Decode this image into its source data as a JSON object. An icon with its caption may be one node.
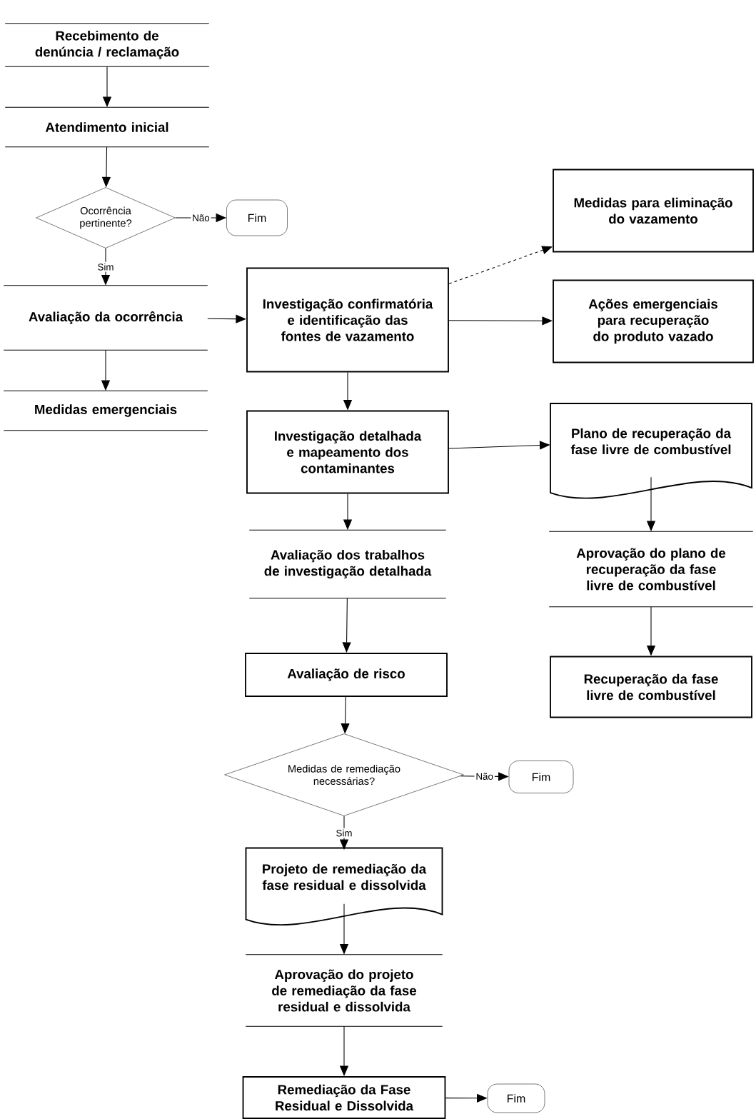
{
  "diagram": {
    "nodes": [
      {
        "text": [
          "Recebimento de denúncia / reclamação"
        ]
      },
      {
        "text": [
          "Atendimento inicial"
        ]
      },
      {
        "text": [
          "Ocorrência pertinente?"
        ]
      },
      {
        "text": [
          "Fim"
        ]
      },
      {
        "text": [
          "Avaliação da ocorrência"
        ]
      },
      {
        "text": [
          "Medidas emergenciais"
        ]
      },
      {
        "text": [
          "Investigação confirmatória e identificação das fontes de vazamento"
        ]
      },
      {
        "text": [
          "Medidas para eliminação do vazamento"
        ]
      },
      {
        "text": [
          "Ações emergenciais para recuperação do produto vazado"
        ]
      },
      {
        "text": [
          "Investigação detalhada e mapeamento dos contaminantes"
        ]
      },
      {
        "text": [
          "Plano de recuperação da fase livre de combustível"
        ]
      },
      {
        "text": [
          "Avaliação dos trabalhos de investigação detalhada"
        ]
      },
      {
        "text": [
          "Aprovação do plano de recuperação da fase livre de combustível"
        ]
      },
      {
        "text": [
          "Avaliação de risco"
        ]
      },
      {
        "text": [
          "Recuperação da fase livre de combustível"
        ]
      },
      {
        "text": [
          "Medidas de remediação necessárias?"
        ]
      },
      {
        "text": [
          "Fim"
        ]
      },
      {
        "text": [
          "Projeto de remediação da fase residual e dissolvida"
        ]
      },
      {
        "text": [
          "Aprovação do projeto de remediação da fase residual e dissolvida"
        ]
      },
      {
        "text": [
          "Remediação da Fase Residual e Dissolvida"
        ]
      },
      {
        "text": [
          "Fim"
        ]
      }
    ],
    "edges": [
      {
        "from": 0,
        "to": 1,
        "arrow": "to"
      },
      {
        "from": 1,
        "to": 2,
        "arrow": "to"
      },
      {
        "from": 2,
        "to": 3,
        "arrow": "to",
        "label": "Não"
      },
      {
        "from": 2,
        "to": 4,
        "arrow": "to",
        "label": "Sim"
      },
      {
        "from": 4,
        "to": 5,
        "arrow": "to"
      },
      {
        "from": 4,
        "to": 6,
        "arrow": "to"
      },
      {
        "from": 6,
        "to": 7,
        "arrow": "to",
        "style": "dashed"
      },
      {
        "from": 6,
        "to": 8,
        "arrow": "to"
      },
      {
        "from": 6,
        "to": 9,
        "arrow": "to"
      },
      {
        "from": 9,
        "to": 10,
        "arrow": "to"
      },
      {
        "from": 9,
        "to": 11,
        "arrow": "to"
      },
      {
        "from": 10,
        "to": 12,
        "arrow": "to"
      },
      {
        "from": 12,
        "to": 14,
        "arrow": "to"
      },
      {
        "from": 11,
        "to": 13,
        "arrow": "to"
      },
      {
        "from": 13,
        "to": 15,
        "arrow": "to"
      },
      {
        "from": 15,
        "to": 16,
        "arrow": "to",
        "label": "Não"
      },
      {
        "from": 15,
        "to": 17,
        "arrow": "to",
        "label": "Sim"
      },
      {
        "from": 17,
        "to": 18,
        "arrow": "to"
      },
      {
        "from": 18,
        "to": 19,
        "arrow": "to"
      },
      {
        "from": 19,
        "to": 20,
        "arrow": "to"
      }
    ]
  }
}
